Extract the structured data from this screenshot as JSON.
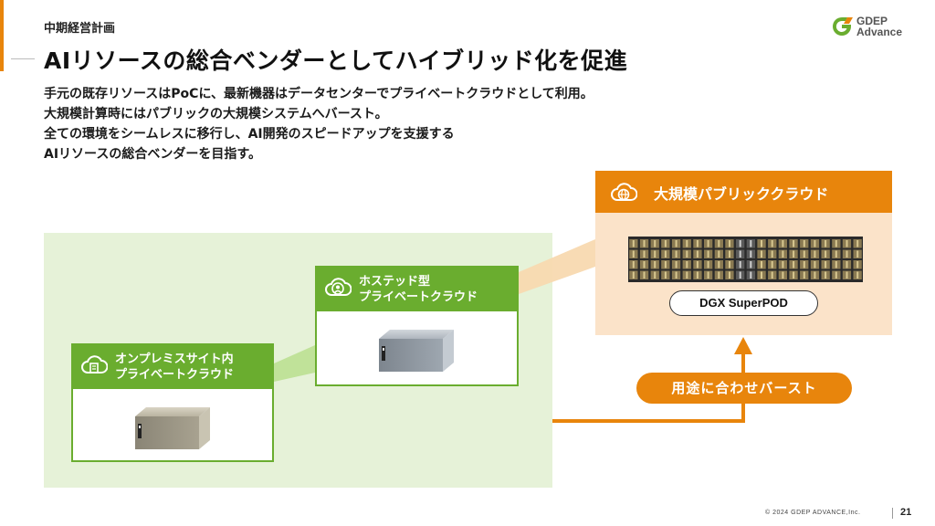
{
  "header": {
    "section_label": "中期経営計画",
    "title": "AIリソースの総合ベンダーとしてハイブリッド化を促進"
  },
  "description": {
    "lines": [
      "手元の既存リソースはPoCに、最新機器はデータセンターでプライベートクラウドとして利用。",
      "大規模計算時にはパブリックの大規模システムへバースト。",
      "全ての環境をシームレスに移行し、AI開発のスピードアップを支援する",
      "AIリソースの総合ベンダーを目指す。"
    ]
  },
  "logo": {
    "line1": "GDEP",
    "line2": "Advance"
  },
  "onprem_card": {
    "label_line1": "オンプレミスサイト内",
    "label_line2": "プライベートクラウド",
    "icon": "cloud-building-icon"
  },
  "hosted_card": {
    "label_line1": "ホステッド型",
    "label_line2": "プライベートクラウド",
    "icon": "cloud-user-icon"
  },
  "public_cloud": {
    "label": "大規模パブリッククラウド",
    "icon": "cloud-globe-icon",
    "system_label": "DGX SuperPOD"
  },
  "burst": {
    "label": "用途に合わせバースト"
  },
  "footer": {
    "copyright": "© 2024 GDEP ADVANCE,Inc.",
    "page_number": "21"
  },
  "colors": {
    "accent_orange": "#e8850c",
    "accent_green": "#6aad2f",
    "onprem_bg": "#e6f2d8",
    "public_bg": "#fbe3c9"
  }
}
